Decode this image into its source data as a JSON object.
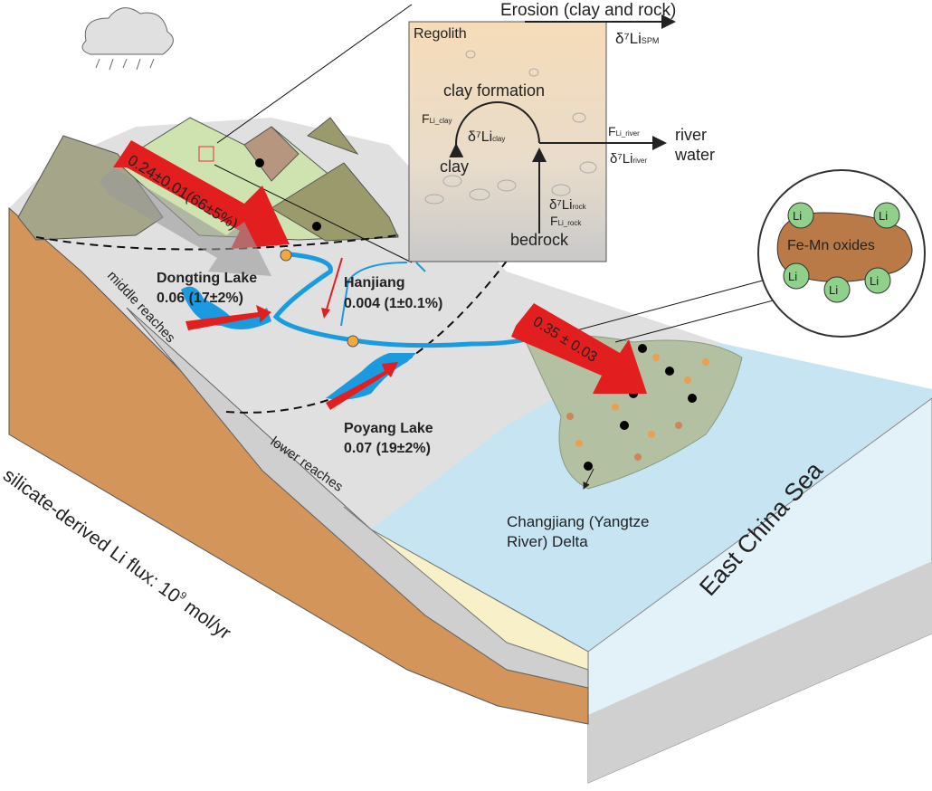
{
  "inset": {
    "erosion": "Erosion (clay and rock)",
    "d7li_spm": "δ⁷Li",
    "spm_sub": "SPM",
    "regolith": "Regolith",
    "clay_formation": "clay formation",
    "f_li_clay": "F",
    "f_li_clay_sub": "Li_clay",
    "d7li_clay": "δ⁷Li",
    "d7li_clay_sub": "clay",
    "clay": "clay",
    "f_li_river": "F",
    "f_li_river_sub": "Li_river",
    "d7li_river": "δ⁷Li",
    "d7li_river_sub": "river",
    "river": "river",
    "water": "water",
    "d7li_rock": "δ⁷Li",
    "d7li_rock_sub": "rock",
    "f_li_rock": "F",
    "f_li_rock_sub": "Li_rock",
    "bedrock": "bedrock"
  },
  "oxides": {
    "label": "Fe-Mn oxides",
    "li": [
      "Li",
      "Li",
      "Li",
      "Li",
      "Li"
    ]
  },
  "fluxes": {
    "upper": "0.24±0.01(66±5%)",
    "delta": "0.35 ± 0.03",
    "dongting_name": "Dongting Lake",
    "dongting_value": "0.06 (17±2%)",
    "hanjiang_name": "Hanjiang",
    "hanjiang_value": "0.004 (1±0.1%)",
    "poyang_name": "Poyang Lake",
    "poyang_value": "0.07 (19±2%)"
  },
  "regions": {
    "middle": "middle reaches",
    "lower": "lower reaches",
    "delta_line1": "Changjiang (Yangtze",
    "delta_line2": "River) Delta",
    "sea": "East China Sea"
  },
  "axis_label": "silicate-derived Li flux: 10",
  "axis_exp": "9",
  "axis_unit": " mol/yr",
  "colors": {
    "arrow": "#e31e1e",
    "river": "#1a9be0",
    "land": "#e0e0e0",
    "soil": "#d4955a",
    "sea": "#c6e4f2"
  }
}
